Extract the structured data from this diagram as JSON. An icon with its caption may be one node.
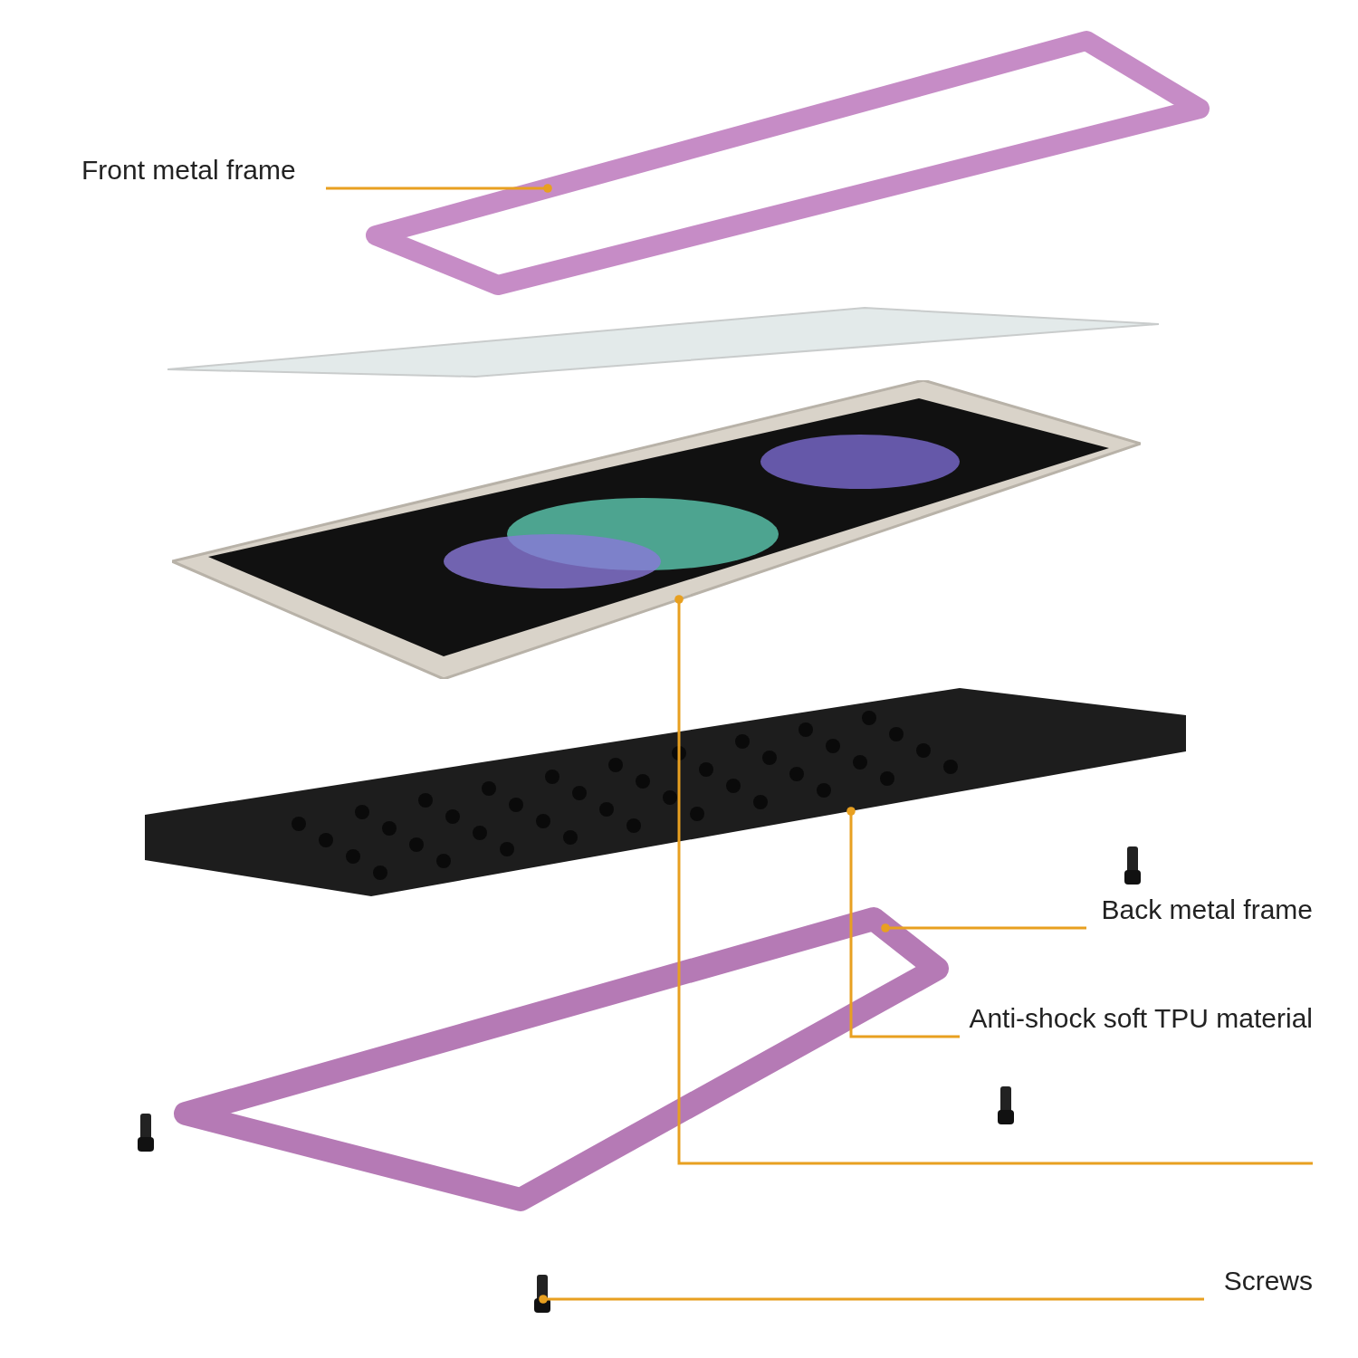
{
  "diagram": {
    "nodes": [
      {
        "text": [
          "Front metal frame"
        ]
      },
      {
        "text": [],
        "shape": "picture"
      },
      {
        "text": [
          "Back metal frame"
        ]
      },
      {
        "text": [],
        "shape": "picture"
      },
      {
        "text": [
          "Anti-shock soft TPU material"
        ]
      },
      {
        "text": [],
        "shape": "picture"
      },
      {
        "text": [],
        "shape": "picture"
      },
      {
        "text": [
          "Screws"
        ]
      },
      {
        "text": [],
        "shape": "picture"
      }
    ],
    "edges": [
      {
        "from": 0,
        "to": 1,
        "arrow": "other"
      },
      {
        "from": 2,
        "to": 3,
        "arrow": "other"
      },
      {
        "from": 4,
        "to": 5,
        "arrow": "other"
      },
      {
        "from": null,
        "to": 6,
        "arrow": "other"
      },
      {
        "from": 7,
        "to": 8,
        "arrow": "other"
      }
    ]
  }
}
